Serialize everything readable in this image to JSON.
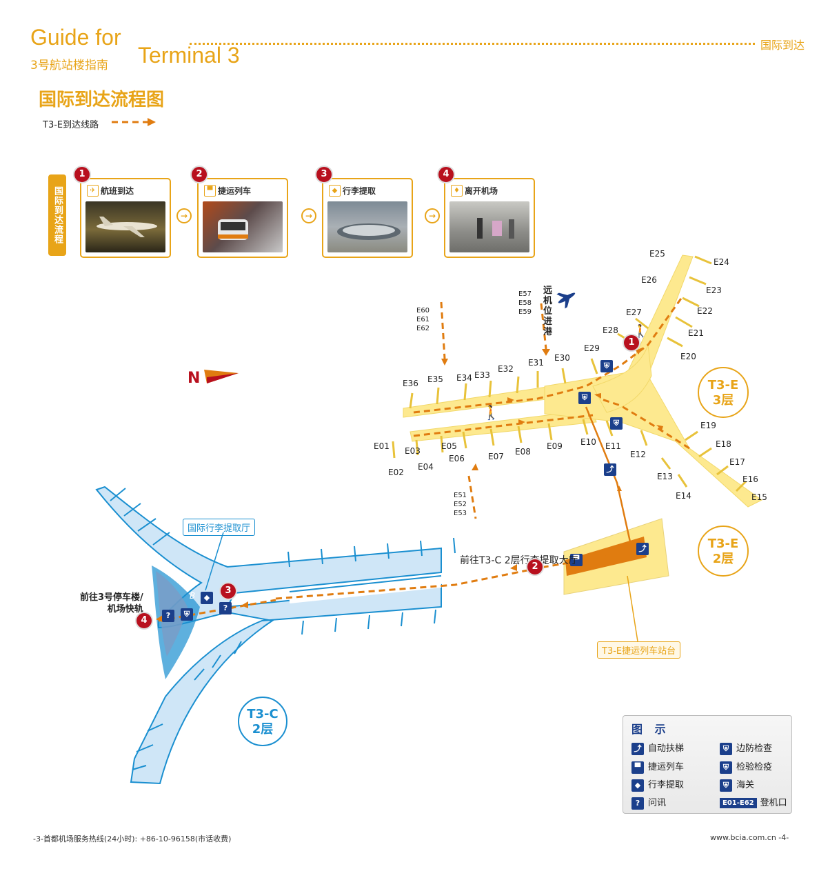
{
  "header": {
    "brand_line1": "Guide for",
    "brand_sub": "3号航站楼指南",
    "brand_line2": "Terminal 3",
    "section": "国际到达"
  },
  "title": "国际到达流程图",
  "route_legend": "T3-E到达线路",
  "flow": {
    "side_label": "国际到达流程",
    "steps": [
      {
        "num": "1",
        "label": "航班到达",
        "icon": "arrival-plane-icon"
      },
      {
        "num": "2",
        "label": "捷运列车",
        "icon": "train-icon"
      },
      {
        "num": "3",
        "label": "行李提取",
        "icon": "baggage-icon"
      },
      {
        "num": "4",
        "label": "离开机场",
        "icon": "exit-icon"
      }
    ]
  },
  "map": {
    "north": "N",
    "remote_stand": "远机位进港",
    "t3e_floor3": [
      "T3-E",
      "3层"
    ],
    "t3e_floor2": [
      "T3-E",
      "2层"
    ],
    "t3c_floor2": [
      "T3-C",
      "2层"
    ],
    "baggage_hall": "国际行李提取厅",
    "to_baggage": "前往T3-C 2层行李提取大厅",
    "to_parking_line1": "前往3号停车楼/",
    "to_parking_line2": "机场快轨",
    "station": "T3-E捷运列车站台",
    "gate_groups": {
      "g1": [
        "E60",
        "E61",
        "E62"
      ],
      "g2": [
        "E57",
        "E58",
        "E59"
      ],
      "g3": [
        "E51",
        "E52",
        "E53"
      ]
    },
    "gates": [
      "E01",
      "E02",
      "E03",
      "E04",
      "E05",
      "E06",
      "E07",
      "E08",
      "E09",
      "E10",
      "E11",
      "E12",
      "E13",
      "E14",
      "E15",
      "E16",
      "E17",
      "E18",
      "E19",
      "E20",
      "E21",
      "E22",
      "E23",
      "E24",
      "E25",
      "E26",
      "E27",
      "E28",
      "E29",
      "E30",
      "E31",
      "E32",
      "E33",
      "E34",
      "E35",
      "E36"
    ],
    "route_steps": [
      "1",
      "2",
      "3",
      "4"
    ],
    "baggage_zone": "B",
    "info_symbol": "?"
  },
  "legend": {
    "title": "图 示",
    "items": [
      {
        "label": "自动扶梯",
        "icon": "escalator-icon"
      },
      {
        "label": "边防检查",
        "icon": "border-control-icon"
      },
      {
        "label": "捷运列车",
        "icon": "train-icon"
      },
      {
        "label": "检验检疫",
        "icon": "quarantine-icon"
      },
      {
        "label": "行李提取",
        "icon": "baggage-icon"
      },
      {
        "label": "海关",
        "icon": "customs-icon"
      },
      {
        "label": "问讯",
        "icon": "info-icon"
      },
      {
        "label": "登机口",
        "icon": "gate-icon",
        "badge": "E01-E62"
      }
    ]
  },
  "footer": {
    "left": "-3-首都机场服务热线(24小时): +86-10-96158(市话收费)",
    "right": "www.bcia.com.cn -4-"
  },
  "colors": {
    "brand": "#e8a418",
    "route": "#e07c10",
    "t3e_fill": "#fde98f",
    "t3c_fill": "#cfe6f7",
    "t3c_line": "#1a8fd0",
    "marker": "#b8101e",
    "icon_bg": "#1b3f8b"
  }
}
